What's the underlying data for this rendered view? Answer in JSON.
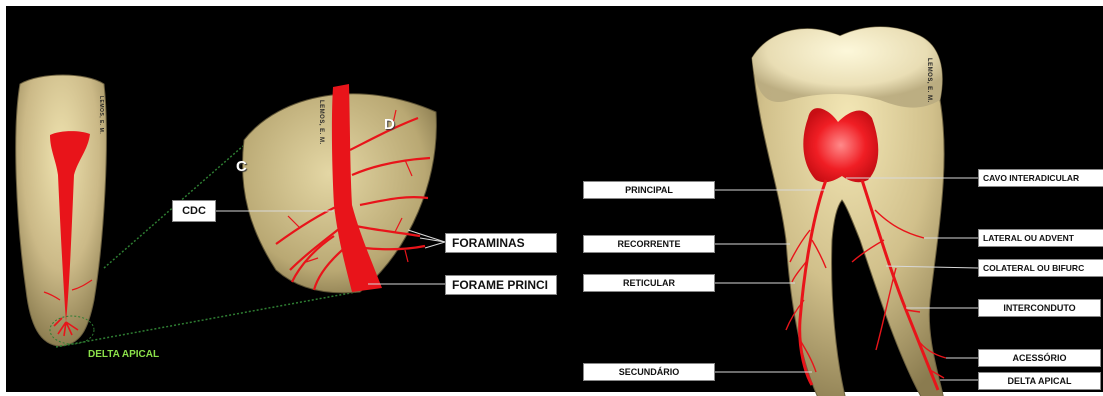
{
  "left_labels": {
    "cdc": "CDC",
    "foraminas": "FORAMINAS",
    "forame_principal": "FORAME PRINCI",
    "delta_apical": "DELTA APICAL",
    "letter_c": "C",
    "letter_d": "D",
    "signature_small": "LEMOS, E. M.",
    "signature_magnified": "LEMOS, E. M."
  },
  "right_labels": {
    "principal": "PRINCIPAL",
    "recorrente": "RECORRENTE",
    "reticular": "RETICULAR",
    "secundario": "SECUNDÁRIO",
    "cavo_interradicular": "CAVO INTERADICULAR",
    "lateral": "LATERAL OU ADVENT",
    "colateral": "COLATERAL OU BIFURC",
    "interconduto": "INTERCONDUTO",
    "acessorio": "ACESSÓRIO",
    "delta_apical": "DELTA APICAL",
    "signature": "LEMOS, E. M."
  },
  "colors": {
    "background": "#000000",
    "canal": "#e8141a",
    "dentin": "#c9b882",
    "enamel": "#e8d9a0",
    "guide_green": "#2e7d32",
    "label_green": "#8be04a"
  }
}
